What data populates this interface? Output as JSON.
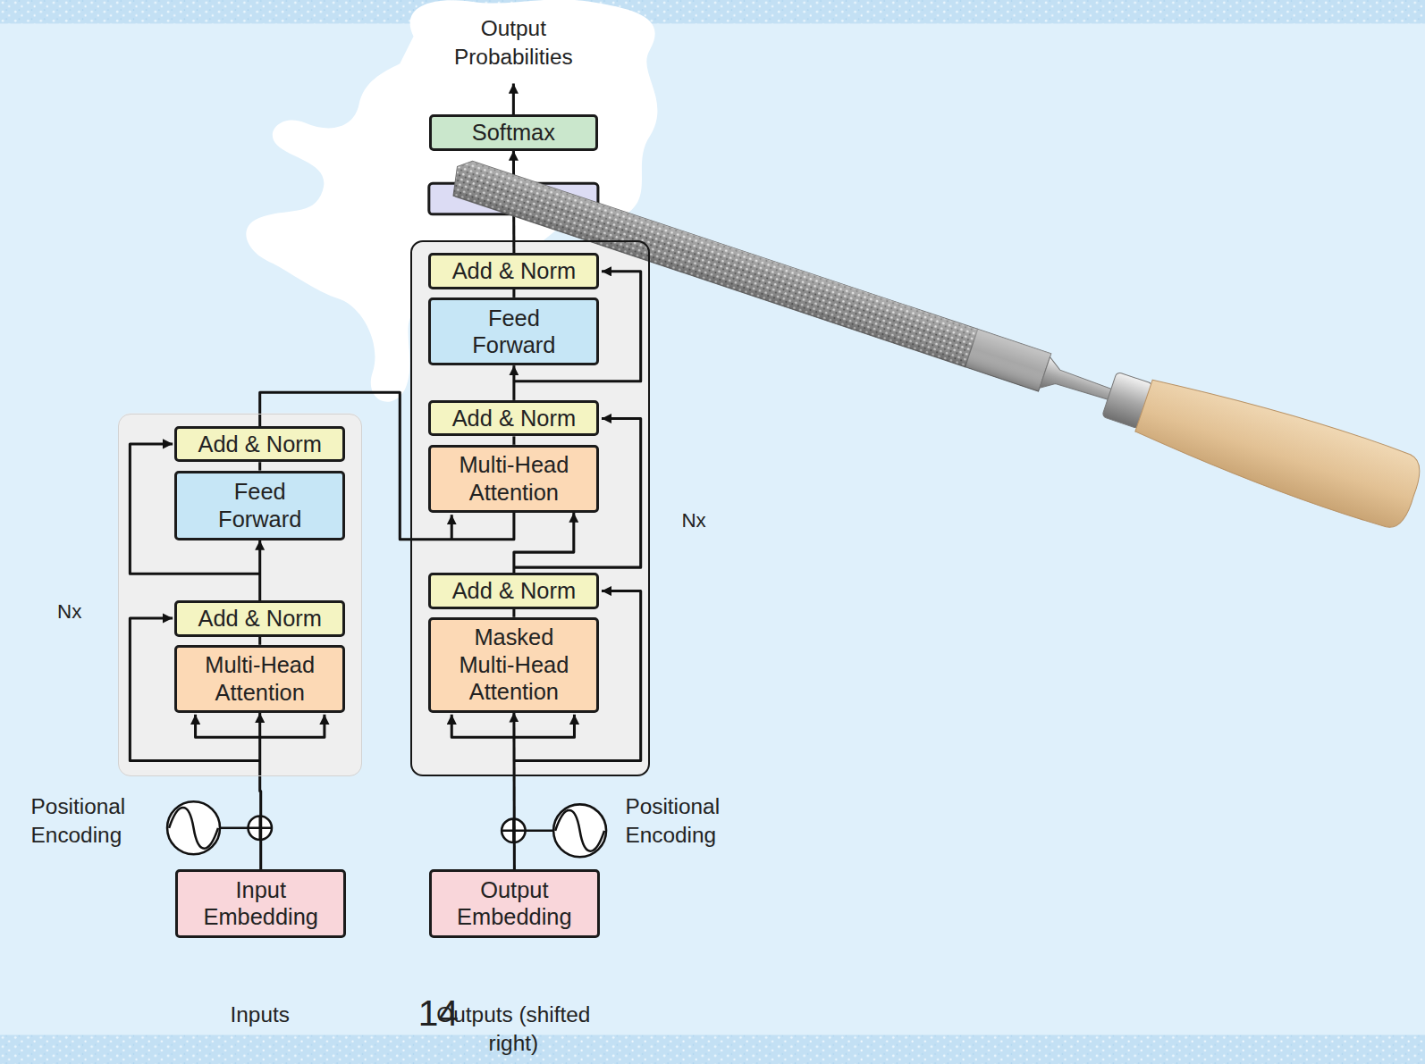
{
  "diagram": {
    "nodes": [
      {
        "text": [
          "Softmax"
        ]
      },
      {
        "text": [
          "Nx"
        ]
      },
      {
        "text": [
          "Add & Norm"
        ],
        "in": 1
      },
      {
        "text": [
          "Feed Forward"
        ],
        "in": 1
      },
      {
        "text": [
          "Add & Norm"
        ],
        "in": 1
      },
      {
        "text": [
          "Multi-Head Attention"
        ],
        "in": 1
      },
      {
        "text": [
          "Add & Norm"
        ],
        "in": 1
      },
      {
        "text": [
          "Masked Multi-Head Attention"
        ],
        "in": 1
      },
      {
        "text": [
          "Nx"
        ]
      },
      {
        "text": [
          "Add & Norm"
        ],
        "in": 8
      },
      {
        "text": [
          "Feed Forward"
        ],
        "in": 8
      },
      {
        "text": [
          "Add & Norm"
        ],
        "in": 8
      },
      {
        "text": [
          "Multi-Head Attention"
        ],
        "in": 8
      },
      {
        "text": [
          "Input Embedding"
        ]
      },
      {
        "text": [
          "Output Embedding"
        ]
      }
    ],
    "edges": [
      {
        "from": 13,
        "to": 12,
        "arrow": "to"
      },
      {
        "from": 12,
        "to": 11,
        "arrow": "none"
      },
      {
        "from": 11,
        "to": 10,
        "arrow": "to"
      },
      {
        "from": 10,
        "to": 9,
        "arrow": "none"
      },
      {
        "from": 9,
        "to": 5,
        "arrow": "to"
      },
      {
        "from": 14,
        "to": 7,
        "arrow": "to"
      },
      {
        "from": 7,
        "to": 6,
        "arrow": "none"
      },
      {
        "from": 6,
        "to": 5,
        "arrow": "to"
      },
      {
        "from": 5,
        "to": 4,
        "arrow": "none"
      },
      {
        "from": 4,
        "to": 3,
        "arrow": "to"
      },
      {
        "from": 3,
        "to": 2,
        "arrow": "none"
      },
      {
        "from": 2,
        "to": 0,
        "arrow": "to"
      }
    ],
    "labels": [
      "Output Probabilities",
      "Positional Encoding",
      "Positional Encoding",
      "Inputs",
      "Outputs (shifted right)",
      "14"
    ]
  }
}
